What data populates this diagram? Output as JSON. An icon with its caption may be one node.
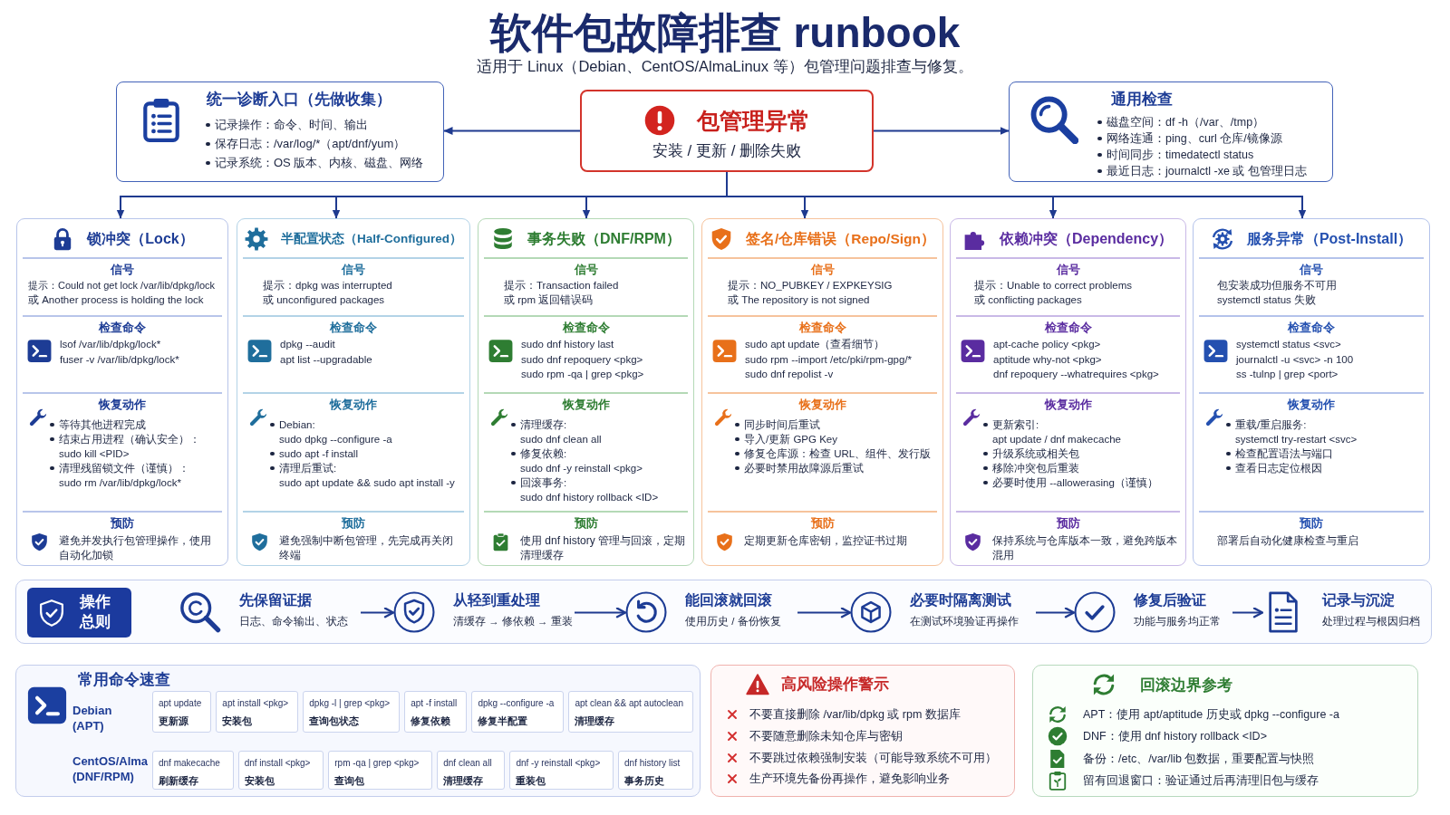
{
  "diagram": {
    "title": "软件包故障排查 runbook",
    "nodes": [
      {
        "text": [
          "统一诊断入口（先做收集）",
          "记录操作：命令、时间、输出",
          "保存日志：/var/log/*（apt/dnf/yum）",
          "记录系统：OS 版本、内核、磁盘、网络"
        ]
      },
      {
        "text": [
          "包管理异常",
          "安装 / 更新 / 删除失败"
        ]
      },
      {
        "text": [
          "通用检查",
          "磁盘空间：df -h（/var、/tmp）",
          "网络连通：ping、curl 仓库/镜像源",
          "时间同步：timedatectl status",
          "最近日志：journalctl -xe 或 包管理日志"
        ]
      },
      {
        "text": [
          "锁冲突（Lock）",
          "信号",
          "提示：Could not get lock /var/lib/dpkg/lock",
          "或 Another process is holding the lock",
          "检查命令",
          "lsof /var/lib/dpkg/lock*",
          "fuser -v /var/lib/dpkg/lock*",
          "恢复动作",
          "等待其他进程完成",
          "结束占用进程（确认安全）：",
          "sudo kill <PID>",
          "清理残留锁文件（谨慎）：",
          "sudo rm /var/lib/dpkg/lock*",
          "预防",
          "避免并发执行包管理操作，使用自动化加锁"
        ]
      },
      {
        "text": [
          "半配置状态（Half-Configured）",
          "信号",
          "提示：dpkg was interrupted",
          "或 unconfigured packages",
          "检查命令",
          "dpkg --audit",
          "apt list --upgradable",
          "恢复动作",
          "Debian:",
          "sudo dpkg --configure -a",
          "sudo apt -f install",
          "清理后重试:",
          "sudo apt update && sudo apt install -y",
          "预防",
          "避免强制中断包管理，先完成再关闭终端"
        ]
      },
      {
        "text": [
          "事务失败（DNF/RPM）",
          "信号",
          "提示：Transaction failed",
          "或 rpm 返回错误码",
          "检查命令",
          "sudo dnf history last",
          "sudo dnf repoquery <pkg>",
          "sudo rpm -qa | grep <pkg>",
          "恢复动作",
          "清理缓存:",
          "sudo dnf clean all",
          "修复依赖:",
          "sudo dnf -y reinstall <pkg>",
          "回滚事务:",
          "sudo dnf history rollback <ID>",
          "预防",
          "使用 dnf history 管理与回滚，定期清理缓存"
        ]
      },
      {
        "text": [
          "签名/仓库错误（Repo/Sign）",
          "信号",
          "提示：NO_PUBKEY / EXPKEYSIG",
          "或 The repository is not signed",
          "检查命令",
          "sudo apt update（查看细节）",
          "sudo rpm --import /etc/pki/rpm-gpg/*",
          "sudo dnf repolist -v",
          "恢复动作",
          "同步时间后重试",
          "导入/更新 GPG Key",
          "修复仓库源：检查 URL、组件、发行版",
          "必要时禁用故障源后重试",
          "预防",
          "定期更新仓库密钥，监控证书过期"
        ]
      },
      {
        "text": [
          "依赖冲突（Dependency）",
          "信号",
          "提示：Unable to correct problems",
          "或 conflicting packages",
          "检查命令",
          "apt-cache policy <pkg>",
          "aptitude why-not <pkg>",
          "dnf repoquery --whatrequires <pkg>",
          "恢复动作",
          "更新索引:",
          "apt update / dnf makecache",
          "升级系统或相关包",
          "移除冲突包后重装",
          "必要时使用 --allowerasing（谨慎）",
          "预防",
          "保持系统与仓库版本一致，避免跨版本混用"
        ]
      },
      {
        "text": [
          "服务异常（Post-Install）",
          "信号",
          "包安装成功但服务不可用",
          "systemctl status 失败",
          "检查命令",
          "systemctl status <svc>",
          "journalctl -u <svc> -n 100",
          "ss -tulnp | grep <port>",
          "恢复动作",
          "重载/重启服务:",
          "systemctl try-restart <svc>",
          "检查配置语法与端口",
          "查看日志定位根因",
          "预防",
          "部署后自动化健康检查与重启"
        ]
      },
      {
        "text": [],
        "shape": "box"
      },
      {
        "text": [
          "操作总则"
        ],
        "in": 9
      },
      {
        "text": [
          "先保留证据",
          "日志、命令输出、状态"
        ],
        "in": 9
      },
      {
        "text": [
          "从轻到重处理",
          "清缓存 → 修依赖 → 重装"
        ],
        "in": 9
      },
      {
        "text": [
          "能回滚就回滚",
          "使用历史 / 备份恢复"
        ],
        "in": 9
      },
      {
        "text": [
          "必要时隔离测试",
          "在测试环境验证再操作"
        ],
        "in": 9
      },
      {
        "text": [
          "修复后验证",
          "功能与服务均正常"
        ],
        "in": 9
      },
      {
        "text": [
          "记录与沉淀",
          "处理过程与根因归档"
        ],
        "in": 9
      },
      {
        "text": [
          "常用命令速查",
          "Debian (APT)",
          "CentOS/Alma (DNF/RPM)"
        ]
      },
      {
        "text": [
          "apt update",
          "更新源"
        ],
        "in": 17
      },
      {
        "text": [
          "apt install <pkg>",
          "安装包"
        ],
        "in": 17
      },
      {
        "text": [
          "dpkg -l | grep <pkg>",
          "查询包状态"
        ],
        "in": 17
      },
      {
        "text": [
          "apt -f install",
          "修复依赖"
        ],
        "in": 17
      },
      {
        "text": [
          "dpkg --configure -a",
          "修复半配置"
        ],
        "in": 17
      },
      {
        "text": [
          "apt clean && apt autoclean",
          "清理缓存"
        ],
        "in": 17
      },
      {
        "text": [
          "dnf makecache",
          "刷新缓存"
        ],
        "in": 17
      },
      {
        "text": [
          "dnf install <pkg>",
          "安装包"
        ],
        "in": 17
      },
      {
        "text": [
          "rpm -qa | grep <pkg>",
          "查询包"
        ],
        "in": 17
      },
      {
        "text": [
          "dnf clean all",
          "清理缓存"
        ],
        "in": 17
      },
      {
        "text": [
          "dnf -y reinstall <pkg>",
          "重装包"
        ],
        "in": 17
      },
      {
        "text": [
          "dnf history list",
          "事务历史"
        ],
        "in": 17
      },
      {
        "text": [
          "高风险操作警示",
          "不要直接删除 /var/lib/dpkg 或 rpm 数据库",
          "不要随意删除未知仓库与密钥",
          "不要跳过依赖强制安装（可能导致系统不可用）",
          "生产环境先备份再操作，避免影响业务"
        ]
      },
      {
        "text": [
          "回滚边界参考",
          "APT：使用 apt/aptitude 历史或 dpkg --configure -a",
          "DNF：使用 dnf history rollback <ID>",
          "备份：/etc、/var/lib 包数据，重要配置与快照",
          "留有回退窗口：验证通过后再清理旧包与缓存"
        ]
      }
    ],
    "edges": [
      {
        "from": 1,
        "to": 0,
        "arrow": "to"
      },
      {
        "from": 1,
        "to": 2,
        "arrow": "to"
      },
      {
        "from": 1,
        "to": 3,
        "arrow": "to"
      },
      {
        "from": 1,
        "to": 4,
        "arrow": "to"
      },
      {
        "from": 1,
        "to": 5,
        "arrow": "to"
      },
      {
        "from": 1,
        "to": 6,
        "arrow": "to"
      },
      {
        "from": 1,
        "to": 7,
        "arrow": "to"
      },
      {
        "from": 1,
        "to": 8,
        "arrow": "to"
      },
      {
        "from": 11,
        "to": 12,
        "arrow": "to"
      },
      {
        "from": 12,
        "to": 13,
        "arrow": "to"
      },
      {
        "from": 13,
        "to": 14,
        "arrow": "to"
      },
      {
        "from": 14,
        "to": 15,
        "arrow": "to"
      },
      {
        "from": 15,
        "to": 16,
        "arrow": "to"
      }
    ],
    "labels": [
      "适用于 Linux（Debian、CentOS/AlmaLinux 等）包管理问题排查与修复。"
    ]
  }
}
